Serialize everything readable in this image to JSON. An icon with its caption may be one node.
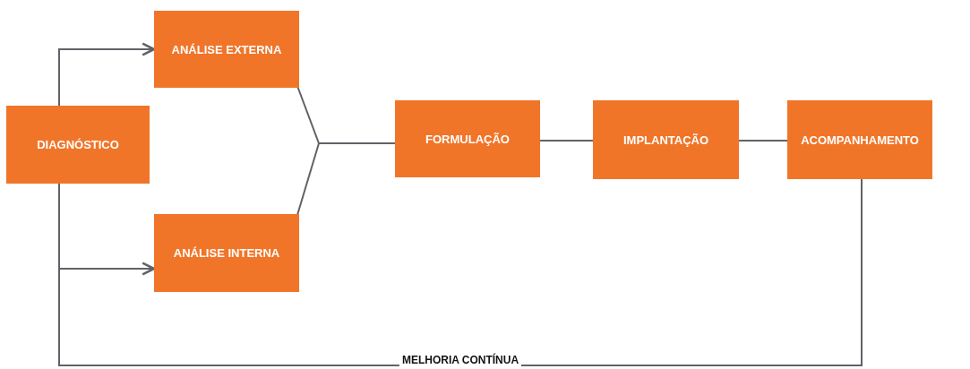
{
  "diagram": {
    "nodes": [
      {
        "text": [
          "DIAGNÓSTICO"
        ]
      },
      {
        "text": [
          "ANÁLISE EXTERNA"
        ]
      },
      {
        "text": [
          "ANÁLISE INTERNA"
        ]
      },
      {
        "text": [
          "FORMULAÇÃO"
        ]
      },
      {
        "text": [
          "IMPLANTAÇÃO"
        ]
      },
      {
        "text": [
          "ACOMPANHAMENTO"
        ]
      }
    ],
    "edges": [
      {
        "from": 0,
        "to": 1,
        "arrow": "to"
      },
      {
        "from": 0,
        "to": 2,
        "arrow": "to"
      },
      {
        "from": 1,
        "to": 3,
        "arrow": "none"
      },
      {
        "from": 2,
        "to": 3,
        "arrow": "none"
      },
      {
        "from": 3,
        "to": 4,
        "arrow": "none"
      },
      {
        "from": 4,
        "to": 5,
        "arrow": "none"
      },
      {
        "from": 5,
        "to": 0,
        "arrow": "none",
        "label": "MELHORIA CONTÍNUA"
      }
    ]
  }
}
